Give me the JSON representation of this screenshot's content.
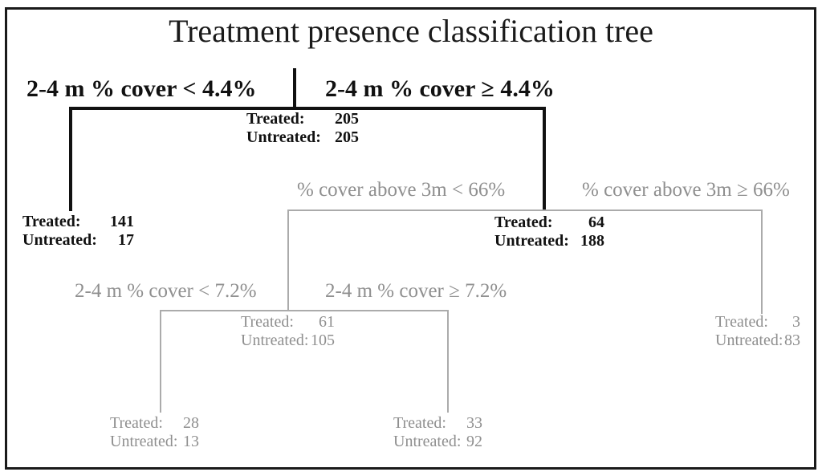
{
  "title": "Treatment presence classification tree",
  "labels": {
    "treated": "Treated:",
    "untreated": "Untreated:"
  },
  "splits": {
    "root_left": "2-4 m % cover < 4.4%",
    "root_right": "2-4 m % cover ≥ 4.4%",
    "level2_left": "% cover above 3m < 66%",
    "level2_right": "% cover above 3m ≥ 66%",
    "level3_left": "2-4 m % cover < 7.2%",
    "level3_right": "2-4 m % cover ≥ 7.2%"
  },
  "nodes": {
    "root": {
      "treated": "205",
      "untreated": "205"
    },
    "left_leaf": {
      "treated": "141",
      "untreated": "17"
    },
    "mid": {
      "treated": "64",
      "untreated": "188"
    },
    "mid_left": {
      "treated": "61",
      "untreated": "105"
    },
    "right_leaf": {
      "treated": "3",
      "untreated": "83"
    },
    "leaf_left": {
      "treated": "28",
      "untreated": "13"
    },
    "leaf_right": {
      "treated": "33",
      "untreated": "92"
    }
  },
  "colors": {
    "line_black": "#111111",
    "line_gray": "#ababab",
    "text_gray": "#8f8f8f",
    "text_black": "#1a1a1a"
  },
  "tree_structure": {
    "type": "classification-tree",
    "root_split_variable": "2-4 m % cover",
    "root_threshold": "4.4%",
    "level2_split_variable": "% cover above 3m",
    "level2_threshold": "66%",
    "level3_split_variable": "2-4 m % cover",
    "level3_threshold": "7.2%"
  }
}
